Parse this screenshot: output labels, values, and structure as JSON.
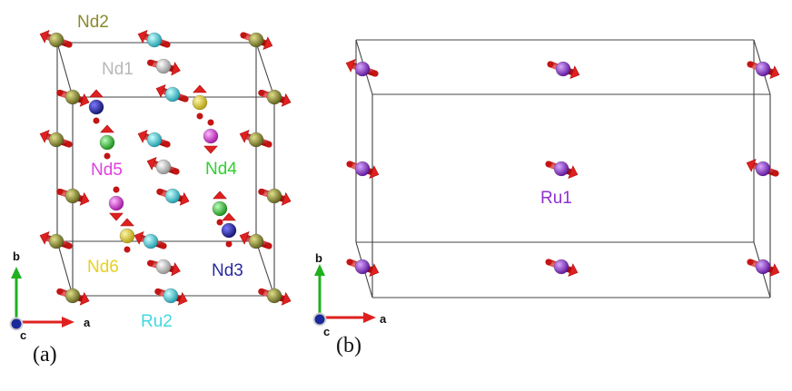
{
  "panels": [
    {
      "id": "a",
      "label": "(a)"
    },
    {
      "id": "b",
      "label": "(b)"
    }
  ],
  "site_labels": {
    "Nd1": "Nd1",
    "Nd2": "Nd2",
    "Nd3": "Nd3",
    "Nd4": "Nd4",
    "Nd5": "Nd5",
    "Nd6": "Nd6",
    "Ru1": "Ru1",
    "Ru2": "Ru2"
  },
  "axes": {
    "a": "a",
    "b": "b",
    "c": "c"
  },
  "colors": {
    "Nd1": "#c8c8c8",
    "Nd2": "#8a8a2a",
    "Nd3": "#2a2aa0",
    "Nd4": "#30d030",
    "Nd5": "#e040e0",
    "Nd6": "#e8d020",
    "Ru1": "#9030d0",
    "Ru2": "#40d8e0",
    "moment_arrow": "#e02020",
    "axis_a": "#e02020",
    "axis_b": "#20b020",
    "axis_c": "#1a2a9a"
  }
}
